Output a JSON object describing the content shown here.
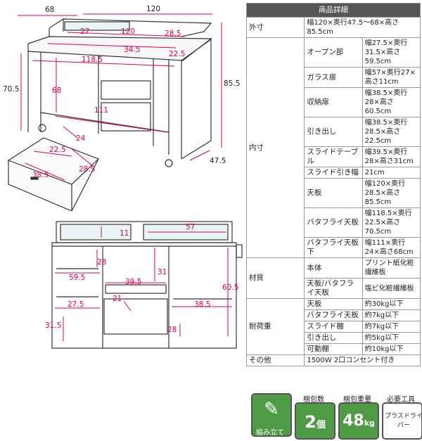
{
  "outer_labels": {
    "depth_top": "68",
    "width_top": "120",
    "height_right": "85.5",
    "height_left": "70.5",
    "depth_bottom": "47.5"
  },
  "inner_labels": {
    "shelf_w": "27",
    "shelf_center": "120",
    "shelf_r": "28.5",
    "top_w": "34.5",
    "top_r": "22.5",
    "fly_w": "118.5",
    "fly_h": "68",
    "fly_bottom_w": "111",
    "leg_d": "24"
  },
  "drawer_labels": {
    "w": "38.5",
    "d": "22.5",
    "side": "28.5"
  },
  "front_labels": {
    "top_h": "11",
    "glass_w": "57",
    "open_h": "28",
    "open_w": "59.5",
    "slide_h": "31",
    "slide_w": "39.5",
    "slide_d": "21",
    "shelf_l_w": "27.5",
    "shelf_l_h": "31.5",
    "drawer_w": "38.5",
    "right_h": "60.5",
    "right_d": "28"
  },
  "spec": {
    "header": "商品詳細",
    "rows": [
      {
        "cat": "外寸",
        "sub": "",
        "val": "幅120×奥行47.5～68×高さ85.5cm"
      },
      {
        "cat": "内寸",
        "sub": "オープン部",
        "val": "幅27.5×奥行31.5×高さ59.5cm"
      },
      {
        "cat": "",
        "sub": "ガラス扉",
        "val": "幅57×奥行27×高さ11cm"
      },
      {
        "cat": "",
        "sub": "収納扉",
        "val": "幅38.5×奥行28×高さ60.5cm"
      },
      {
        "cat": "",
        "sub": "引き出し",
        "val": "幅38.5×奥行28.5×高さ22.5cm"
      },
      {
        "cat": "",
        "sub": "スライドテーブル",
        "val": "幅39.5×奥行28×高さ31cm"
      },
      {
        "cat": "",
        "sub": "スライド引き幅",
        "val": "21cm"
      },
      {
        "cat": "",
        "sub": "天板",
        "val": "幅120×奥行28.5×高さ85.5cm"
      },
      {
        "cat": "",
        "sub": "バタフライ天板",
        "val": "幅118.5×奥行22.5×高さ70.5cm"
      },
      {
        "cat": "",
        "sub": "バタフライ天板下",
        "val": "幅111×奥行24×高さ68cm"
      },
      {
        "cat": "材質",
        "sub": "本体",
        "val": "プリント紙化粧繊維板"
      },
      {
        "cat": "",
        "sub": "天板/バタフライ天板",
        "val": "塩ビ化粧繊維板"
      },
      {
        "cat": "耐荷重",
        "sub": "天板",
        "val": "約30kg以下"
      },
      {
        "cat": "",
        "sub": "バタフライ天板",
        "val": "約7kg以下"
      },
      {
        "cat": "",
        "sub": "スライド棚",
        "val": "約7kg以下"
      },
      {
        "cat": "",
        "sub": "引き出し",
        "val": "約5kg以下"
      },
      {
        "cat": "",
        "sub": "可動棚",
        "val": "約10kg以下"
      },
      {
        "cat": "その他",
        "sub": "",
        "val": "1500W 2口コンセント付き"
      }
    ]
  },
  "badges": {
    "assembly": {
      "label": "組み立て"
    },
    "packages": {
      "label": "梱包数",
      "value": "2",
      "unit": "個"
    },
    "weight": {
      "label": "梱包重量",
      "value": "48",
      "unit": "kg"
    },
    "tools": {
      "label": "必要工具",
      "value": "プラスドライバー"
    }
  },
  "colors": {
    "accent": "#e0004d",
    "badge": "#4f9b45",
    "header": "#555555"
  }
}
